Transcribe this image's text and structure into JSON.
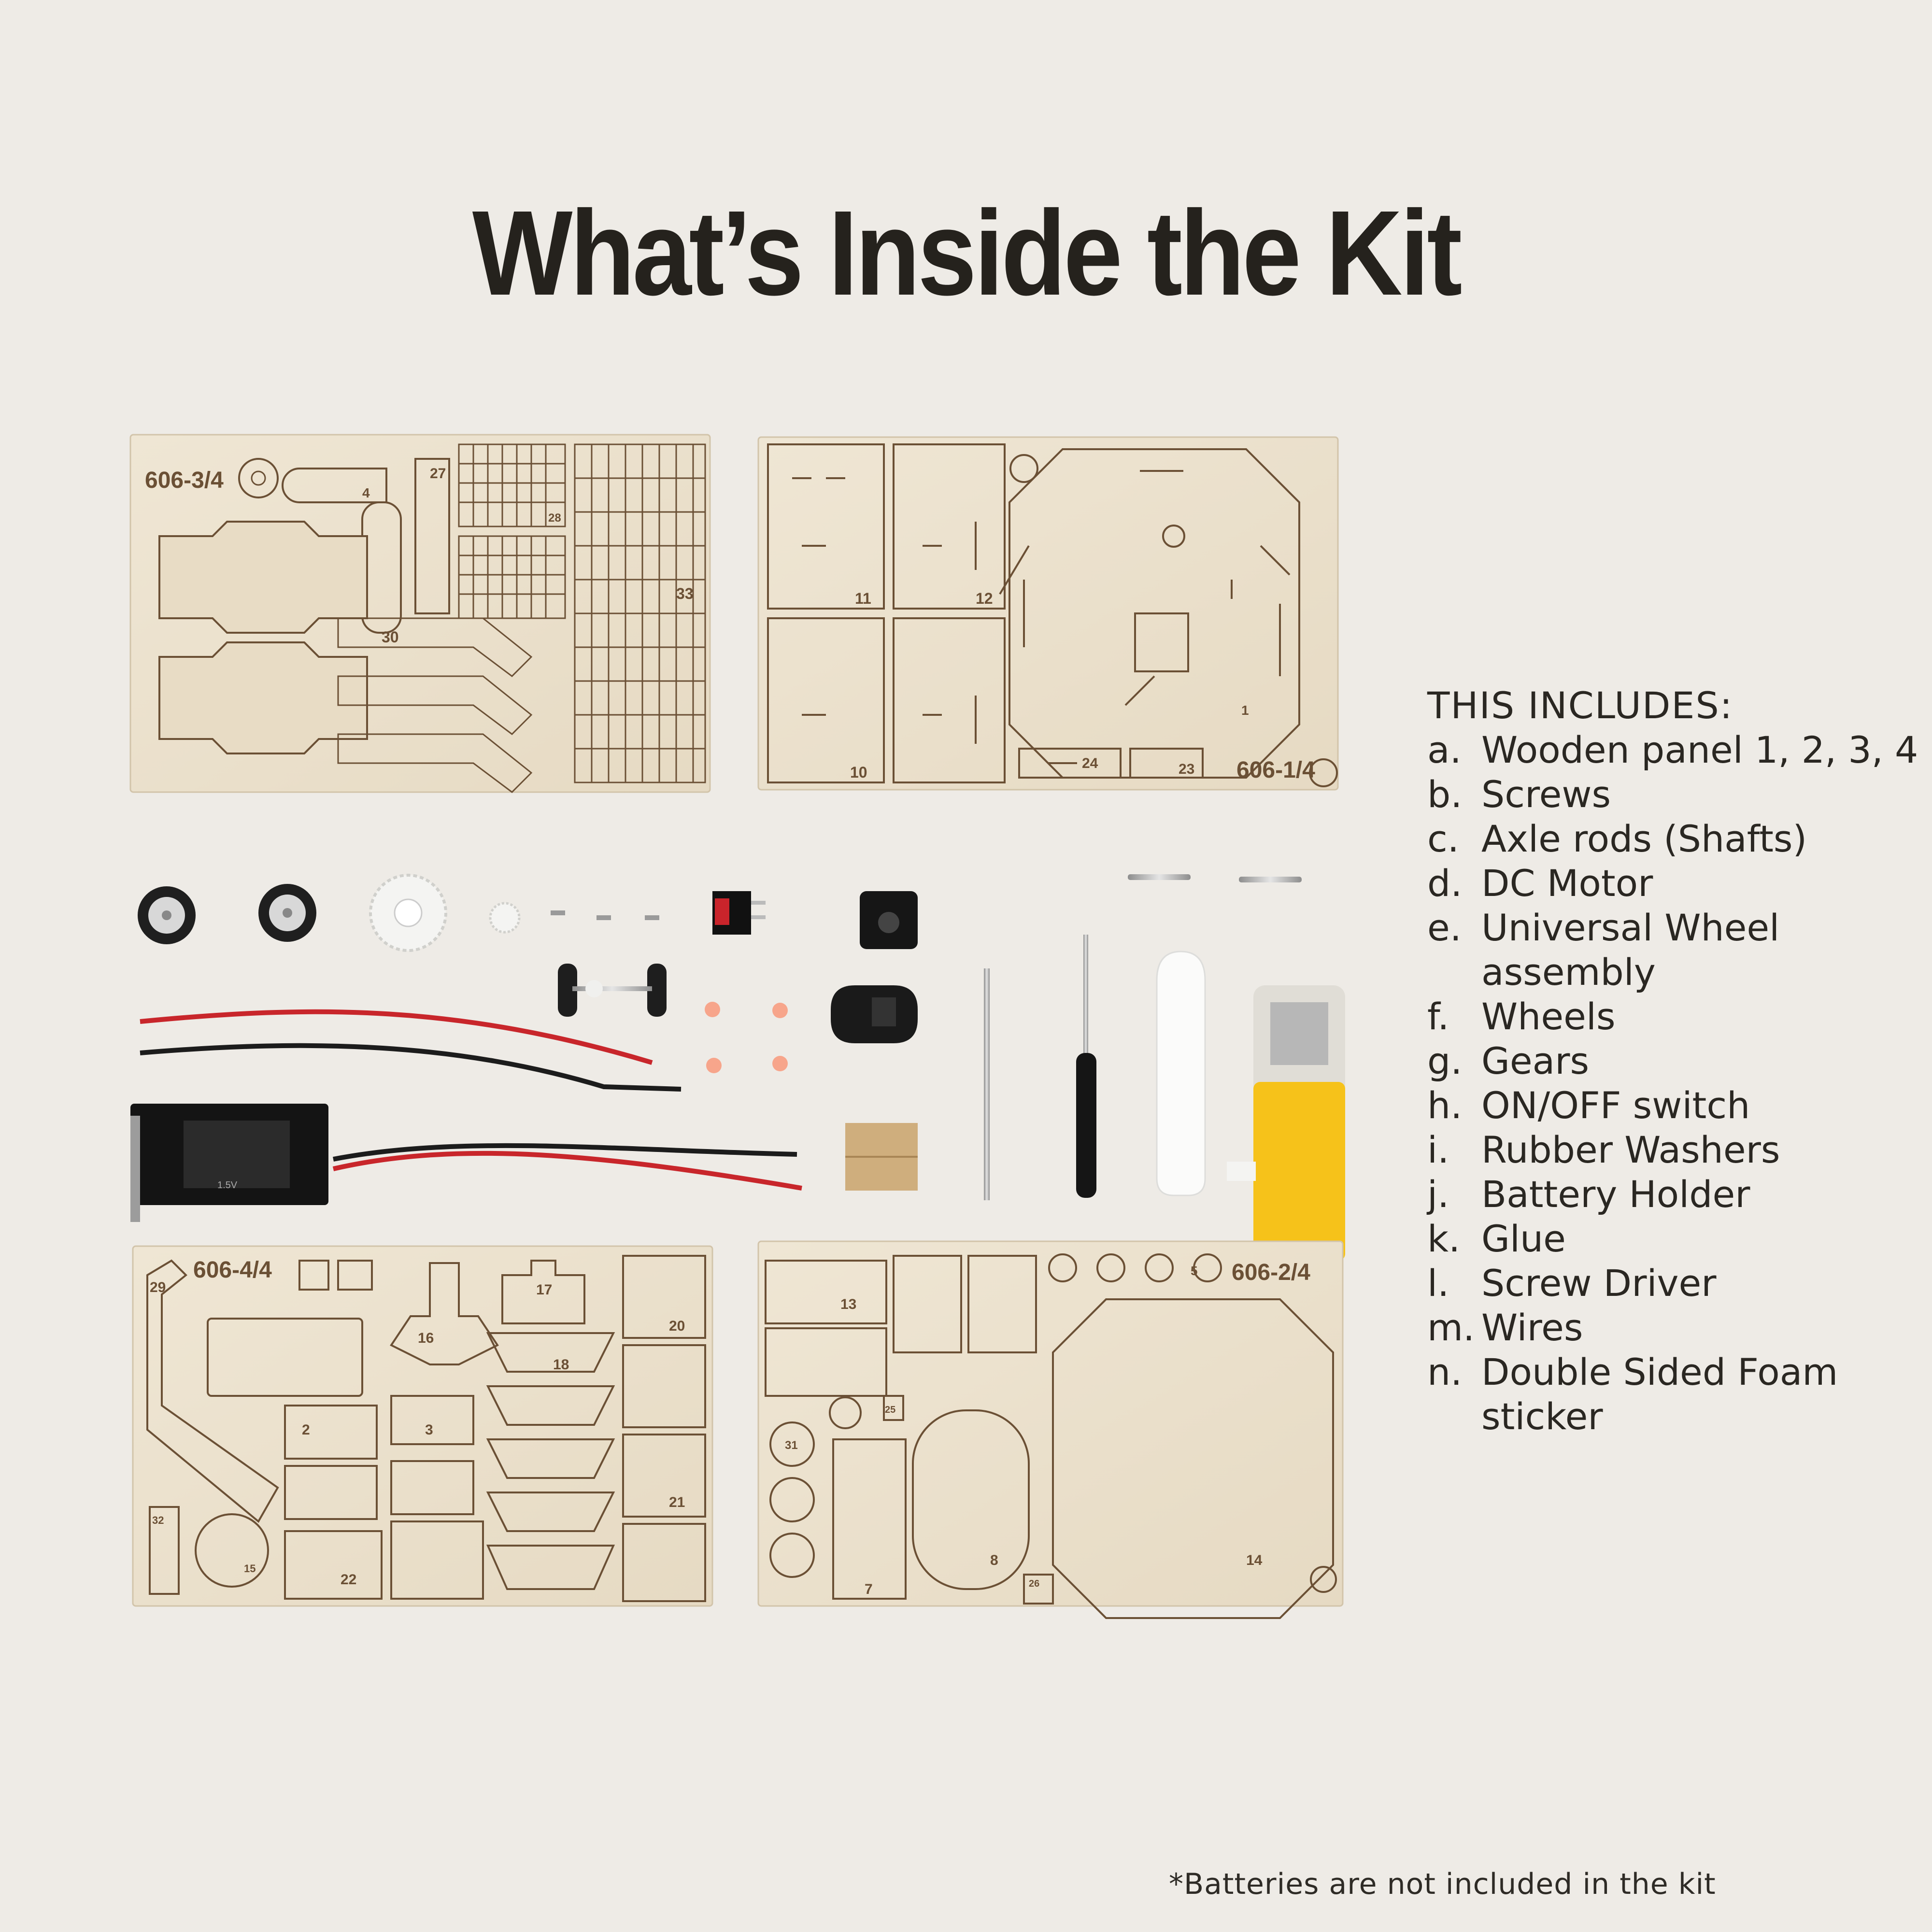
{
  "title": "What’s Inside the Kit",
  "includes_heading": "THIS INCLUDES:",
  "items": [
    {
      "letter": "a.",
      "text": "Wooden panel 1, 2, 3, 4"
    },
    {
      "letter": "b.",
      "text": "Screws"
    },
    {
      "letter": "c.",
      "text": "Axle rods (Shafts)"
    },
    {
      "letter": "d.",
      "text": "DC Motor"
    },
    {
      "letter": "e.",
      "text": "Universal Wheel assembly"
    },
    {
      "letter": "f.",
      "text": "Wheels"
    },
    {
      "letter": "g.",
      "text": "Gears"
    },
    {
      "letter": "h.",
      "text": "ON/OFF switch"
    },
    {
      "letter": "i.",
      "text": "Rubber Washers"
    },
    {
      "letter": "j.",
      "text": "Battery Holder"
    },
    {
      "letter": "k.",
      "text": "Glue"
    },
    {
      "letter": "l.",
      "text": "Screw Driver"
    },
    {
      "letter": "m.",
      "text": "Wires"
    },
    {
      "letter": "n.",
      "text": "Double Sided Foam sticker"
    }
  ],
  "footnote": "*Batteries are not included in the kit",
  "panels": {
    "panel_3": {
      "code": "606-3/4",
      "numbers": [
        "4",
        "27",
        "28",
        "33",
        "30"
      ]
    },
    "panel_1": {
      "code": "606-1/4",
      "numbers": [
        "11",
        "12",
        "10",
        "1",
        "24",
        "23"
      ]
    },
    "panel_4": {
      "code": "606-4/4",
      "numbers": [
        "29",
        "17",
        "16",
        "18",
        "20",
        "2",
        "3",
        "21",
        "32",
        "15",
        "22"
      ]
    },
    "panel_2": {
      "code": "606-2/4",
      "numbers": [
        "5",
        "13",
        "25",
        "31",
        "7",
        "8",
        "26",
        "14"
      ]
    }
  },
  "battery_label": "1.5V",
  "colors": {
    "background": "#eeebe6",
    "wood": "#ece2cf",
    "engraving": "#6b5035",
    "motor_yellow": "#f6c21a",
    "wire_red": "#c8262b"
  }
}
